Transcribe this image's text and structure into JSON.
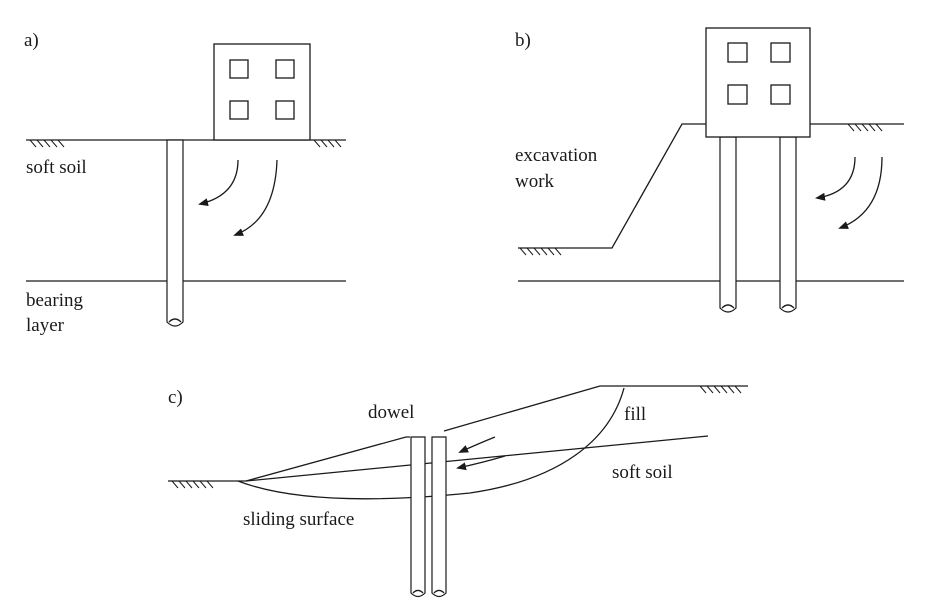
{
  "panels": {
    "a": {
      "tag": "a)",
      "labels": {
        "soft_soil": "soft soil",
        "bearing_1": "bearing",
        "bearing_2": "layer"
      }
    },
    "b": {
      "tag": "b)",
      "labels": {
        "excavation_1": "excavation",
        "excavation_2": "work"
      }
    },
    "c": {
      "tag": "c)",
      "labels": {
        "dowel": "dowel",
        "fill": "fill",
        "soft_soil": "soft soil",
        "sliding_surface": "sliding surface"
      }
    }
  },
  "colors": {
    "ink": "#1a1a1a",
    "background": "#ffffff"
  }
}
